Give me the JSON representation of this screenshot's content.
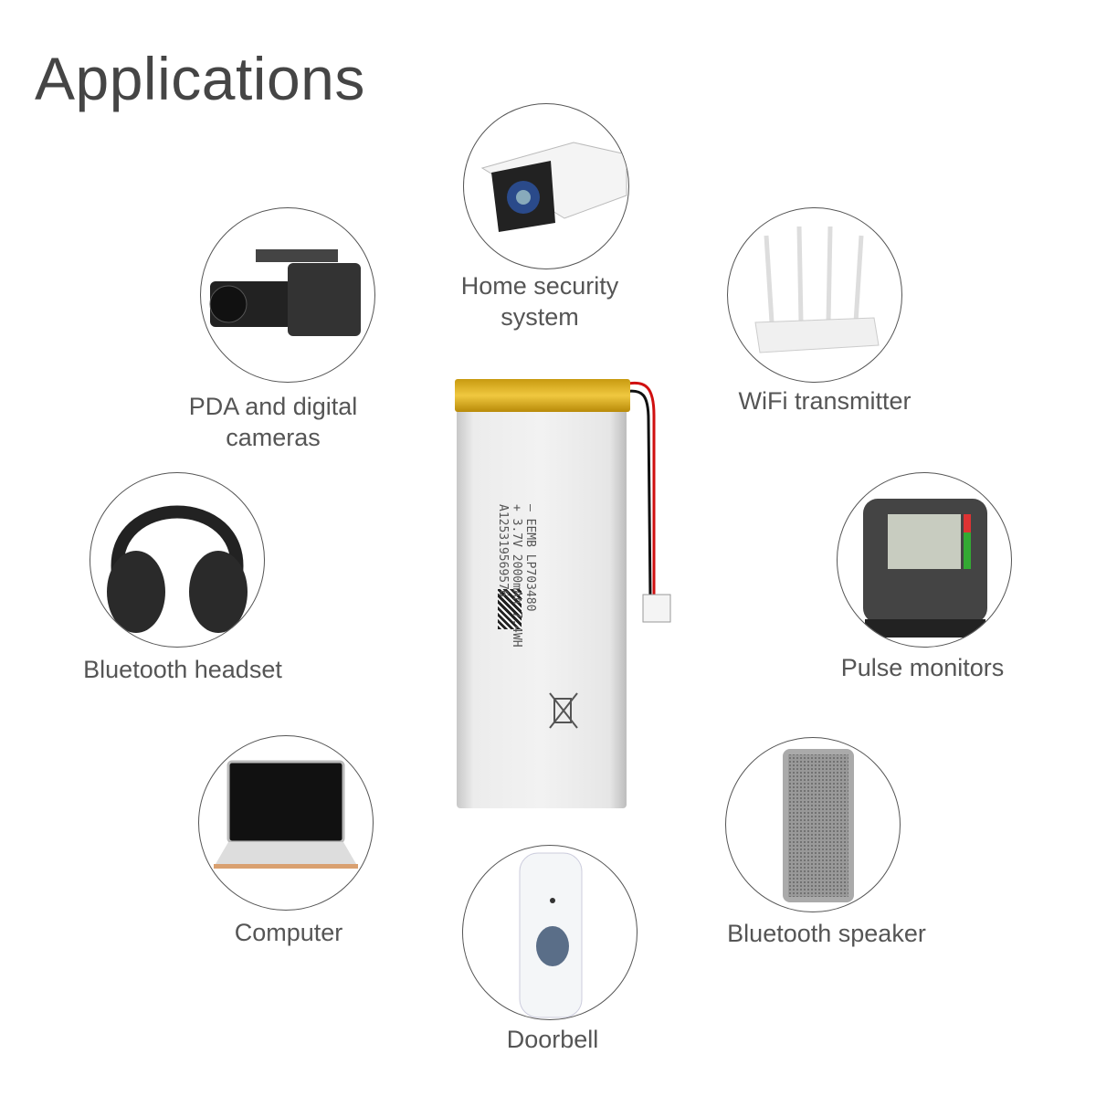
{
  "title": "Applications",
  "battery": {
    "line1": "–  EEMB LP703480",
    "line2": "+  3.7V 2000mAh 7.4WH",
    "line3": "   A125319569576",
    "wire_colors": [
      "#d01010",
      "#111111"
    ]
  },
  "applications": [
    {
      "id": "home-security",
      "label_line1": "Home security",
      "label_line2": "system",
      "icon": "security-camera-icon"
    },
    {
      "id": "pda-cameras",
      "label_line1": "PDA and digital",
      "label_line2": "cameras",
      "icon": "video-camera-icon"
    },
    {
      "id": "wifi",
      "label_line1": "WiFi transmitter",
      "label_line2": "",
      "icon": "router-icon"
    },
    {
      "id": "headset",
      "label_line1": "Bluetooth headset",
      "label_line2": "",
      "icon": "headphones-icon"
    },
    {
      "id": "pulse",
      "label_line1": "Pulse monitors",
      "label_line2": "",
      "icon": "blood-pressure-monitor-icon"
    },
    {
      "id": "computer",
      "label_line1": "Computer",
      "label_line2": "",
      "icon": "laptop-icon"
    },
    {
      "id": "speaker",
      "label_line1": "Bluetooth speaker",
      "label_line2": "",
      "icon": "speaker-icon"
    },
    {
      "id": "doorbell",
      "label_line1": "Doorbell",
      "label_line2": "",
      "icon": "doorbell-icon"
    }
  ]
}
